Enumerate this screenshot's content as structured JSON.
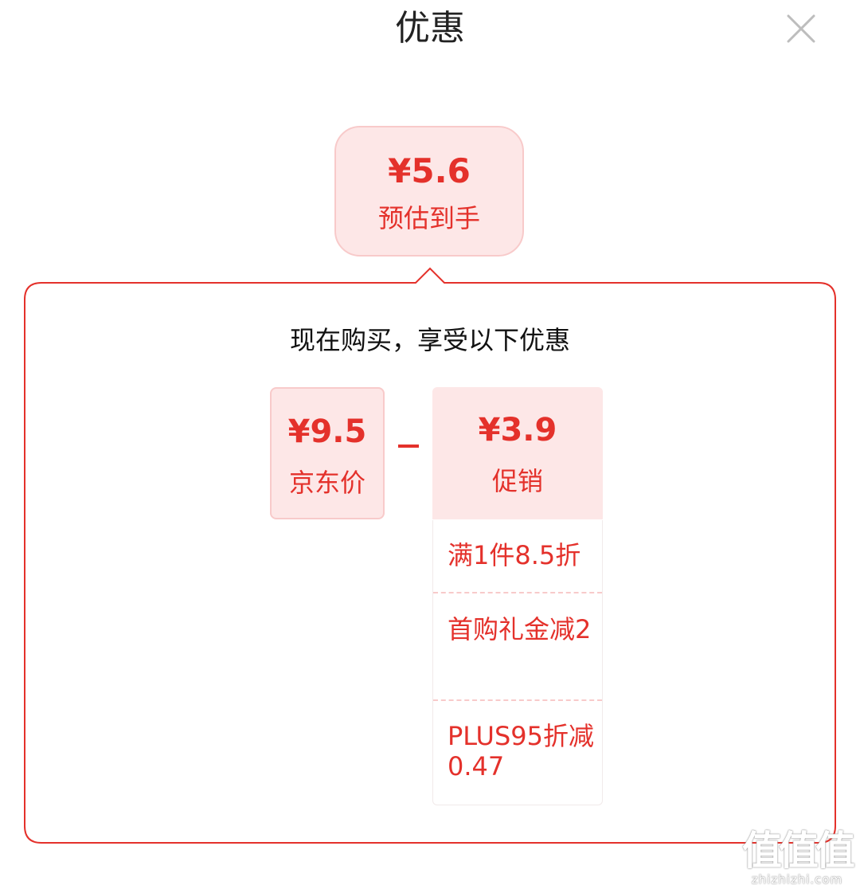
{
  "header": {
    "title": "优惠"
  },
  "estimate": {
    "price": "¥5.6",
    "label": "预估到手"
  },
  "panel": {
    "subtitle": "现在购买，享受以下优惠"
  },
  "jd_price": {
    "price": "¥9.5",
    "label": "京东价"
  },
  "operator": "-",
  "promotion": {
    "price": "¥3.9",
    "label": "促销",
    "items": [
      "满1件8.5折",
      "首购礼金减2",
      "PLUS95折减0.47"
    ]
  },
  "watermark": {
    "logo": "值值值",
    "url": "zhizhizhi.com"
  },
  "colors": {
    "accent": "#e4312b",
    "box_bg": "#fde7e7",
    "box_border": "#f8caca"
  },
  "icons": {
    "close": "close-icon"
  }
}
